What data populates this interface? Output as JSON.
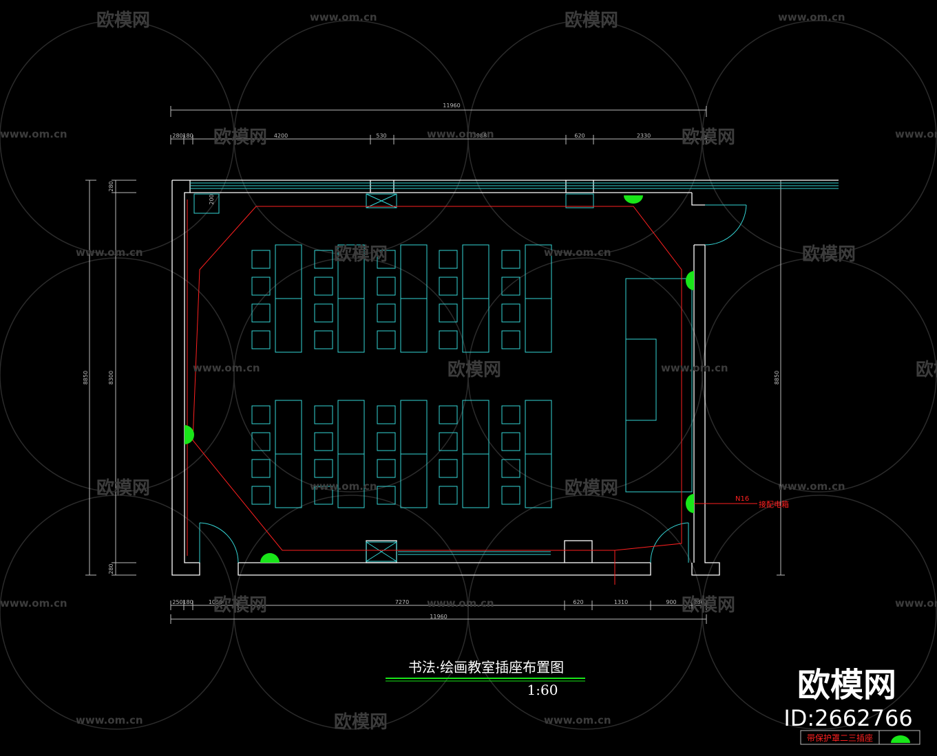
{
  "drawing": {
    "title": "书法·绘画教室插座布置图",
    "scale": "1:60"
  },
  "dims": {
    "top_total": "11960",
    "top_segments": [
      "280",
      "180",
      "4200",
      "530",
      "3988",
      "620",
      "2330"
    ],
    "bottom_total": "11960",
    "bottom_segments": [
      "250",
      "180",
      "1050",
      "7270",
      "620",
      "1310",
      "900",
      "280"
    ],
    "left_outer": "8850",
    "left_inner": "8300",
    "left_top": "280",
    "left_bottom": "280",
    "right_outer": "8850",
    "small_note": "200"
  },
  "annotations": {
    "circuit_no": "N16",
    "circuit_to": "接配电箱"
  },
  "legend": {
    "label": "带保护罩二三插座"
  },
  "watermark": {
    "logo_text": "欧模网",
    "url_text": "www.om.cn",
    "big_logo": "欧模网",
    "id_text": "ID:2662766"
  },
  "colors": {
    "background": "#000000",
    "wall": "#ffffff",
    "furniture": "#35d6d6",
    "circuit": "#ff2020",
    "socket": "#19e619",
    "title_underline": "#19e619"
  }
}
